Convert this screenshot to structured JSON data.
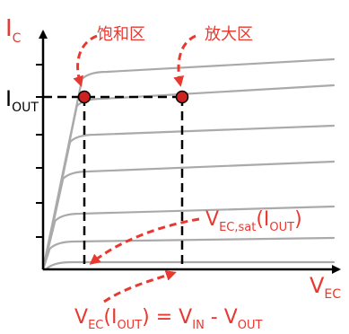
{
  "colors": {
    "accent": "#e8382f",
    "curve": "#aaaaaa",
    "axis": "#000000",
    "dot": "#cc2222"
  },
  "axes": {
    "y_main": "I",
    "y_sub": "C",
    "x_main": "V",
    "x_sub": "EC"
  },
  "iout_label": {
    "main": "I",
    "sub": "OUT"
  },
  "regions": {
    "saturation": "饱和区",
    "active": "放大区"
  },
  "vec_sat_label": {
    "v": "V",
    "v_sub": "EC,sat",
    "open": "(",
    "i": "I",
    "i_sub": "OUT",
    "close": ")"
  },
  "equation": {
    "v": "V",
    "v_sub": "EC",
    "open": "(",
    "i": "I",
    "i_sub": "OUT",
    "close_eq": ") = ",
    "vin": "V",
    "vin_sub": "IN",
    "minus": " - ",
    "vout": "V",
    "vout_sub": "OUT"
  },
  "curve_count": 7,
  "y_tick_count": 7
}
